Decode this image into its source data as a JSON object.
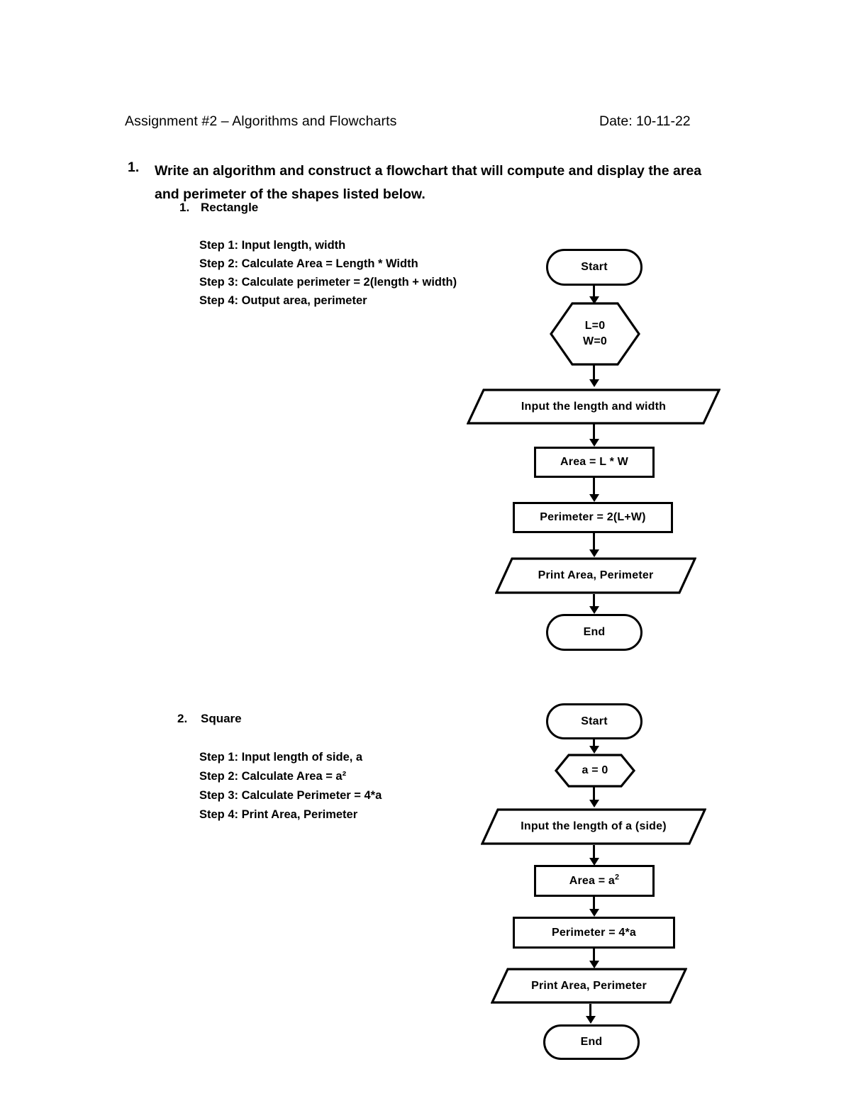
{
  "document": {
    "header": {
      "title": "Assignment #2 – Algorithms and Flowcharts",
      "date": "Date: 10-11-22"
    },
    "question": {
      "number": "1.",
      "text": "Write an algorithm and construct a flowchart that will compute and display the area and perimeter of the shapes listed below."
    },
    "sections": [
      {
        "number": "1.",
        "label": "Rectangle",
        "steps": [
          "Step 1: Input length, width",
          "Step 2: Calculate Area = Length * Width",
          "Step 3: Calculate perimeter = 2(length + width)",
          "Step 4: Output area, perimeter"
        ],
        "flowchart": {
          "start": "Start",
          "init_line1": "L=0",
          "init_line2": "W=0",
          "input": "Input the length and width",
          "area": "Area = L * W",
          "perimeter": "Perimeter = 2(L+W)",
          "print": "Print Area, Perimeter",
          "end": "End"
        }
      },
      {
        "number": "2.",
        "label": "Square",
        "steps": [
          "Step 1: Input length of side, a",
          "Step 2: Calculate Area = a²",
          "Step 3: Calculate Perimeter = 4*a",
          "Step 4: Print Area, Perimeter"
        ],
        "flowchart": {
          "start": "Start",
          "init_line1": "a = 0",
          "input": "Input the length of a (side)",
          "area_base": "Area = a",
          "area_exp": "2",
          "perimeter": "Perimeter = 4*a",
          "print": "Print Area, Perimeter",
          "end": "End"
        }
      }
    ],
    "colors": {
      "page_background": "#ffffff",
      "ink": "#000000"
    }
  }
}
